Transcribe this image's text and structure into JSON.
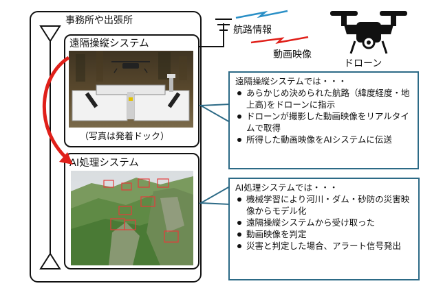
{
  "office": {
    "title": "事務所や出張所"
  },
  "remote": {
    "title": "遠隔操縦システム",
    "caption": "（写真は発着ドック）"
  },
  "ai": {
    "title": "AI処理システム"
  },
  "links": {
    "route_info": "航路情報",
    "video": "動画映像"
  },
  "drone": {
    "label": "ドローン"
  },
  "callout_remote": {
    "heading": "遠隔操縦システムでは・・・",
    "items": [
      "あらかじめ決められた航路（緯度経度・地上高)をドローンに指示",
      "ドローンが撮影した動画映像をリアルタイムで取得",
      "所得した動画映像をAIシステムに伝送"
    ]
  },
  "callout_ai": {
    "heading": "AI処理システムでは・・・",
    "items": [
      "機械学習により河川・ダム・砂防の災害映像からモデル化",
      "遠隔操縦システムから受け取った",
      "動画映像を判定",
      "災害と判定した場合、アラート信号発出"
    ]
  },
  "colors": {
    "arrow_red": "#e0201a",
    "callout_border": "#2c6a86",
    "link_blue": "#2a8fc6"
  }
}
